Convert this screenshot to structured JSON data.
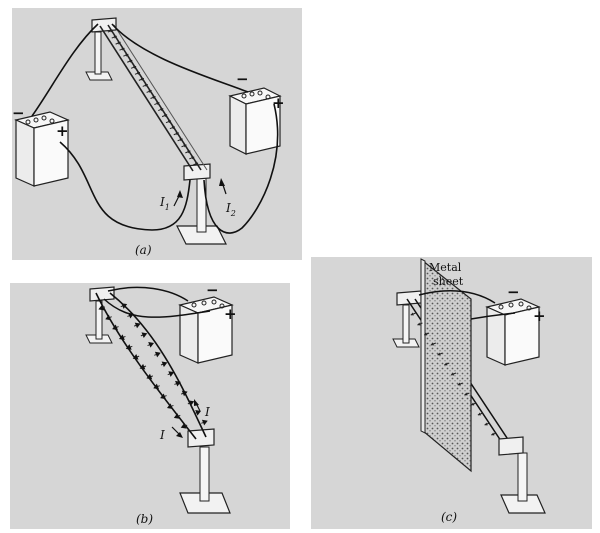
{
  "panels": {
    "a": {
      "caption": "(a)",
      "current1": {
        "symbol": "I",
        "subscript": "1"
      },
      "current2": {
        "symbol": "I",
        "subscript": "2"
      },
      "battery_left": {
        "minus": "−",
        "plus": "+"
      },
      "battery_right": {
        "minus": "−",
        "plus": "+"
      }
    },
    "b": {
      "caption": "(b)",
      "current_top": "I",
      "current_bottom": "I",
      "battery": {
        "minus": "−",
        "plus": "+"
      }
    },
    "c": {
      "caption": "(c)",
      "sheet_label_line1": "Metal",
      "sheet_label_line2": "sheet",
      "battery": {
        "minus": "−",
        "plus": "+"
      }
    }
  }
}
